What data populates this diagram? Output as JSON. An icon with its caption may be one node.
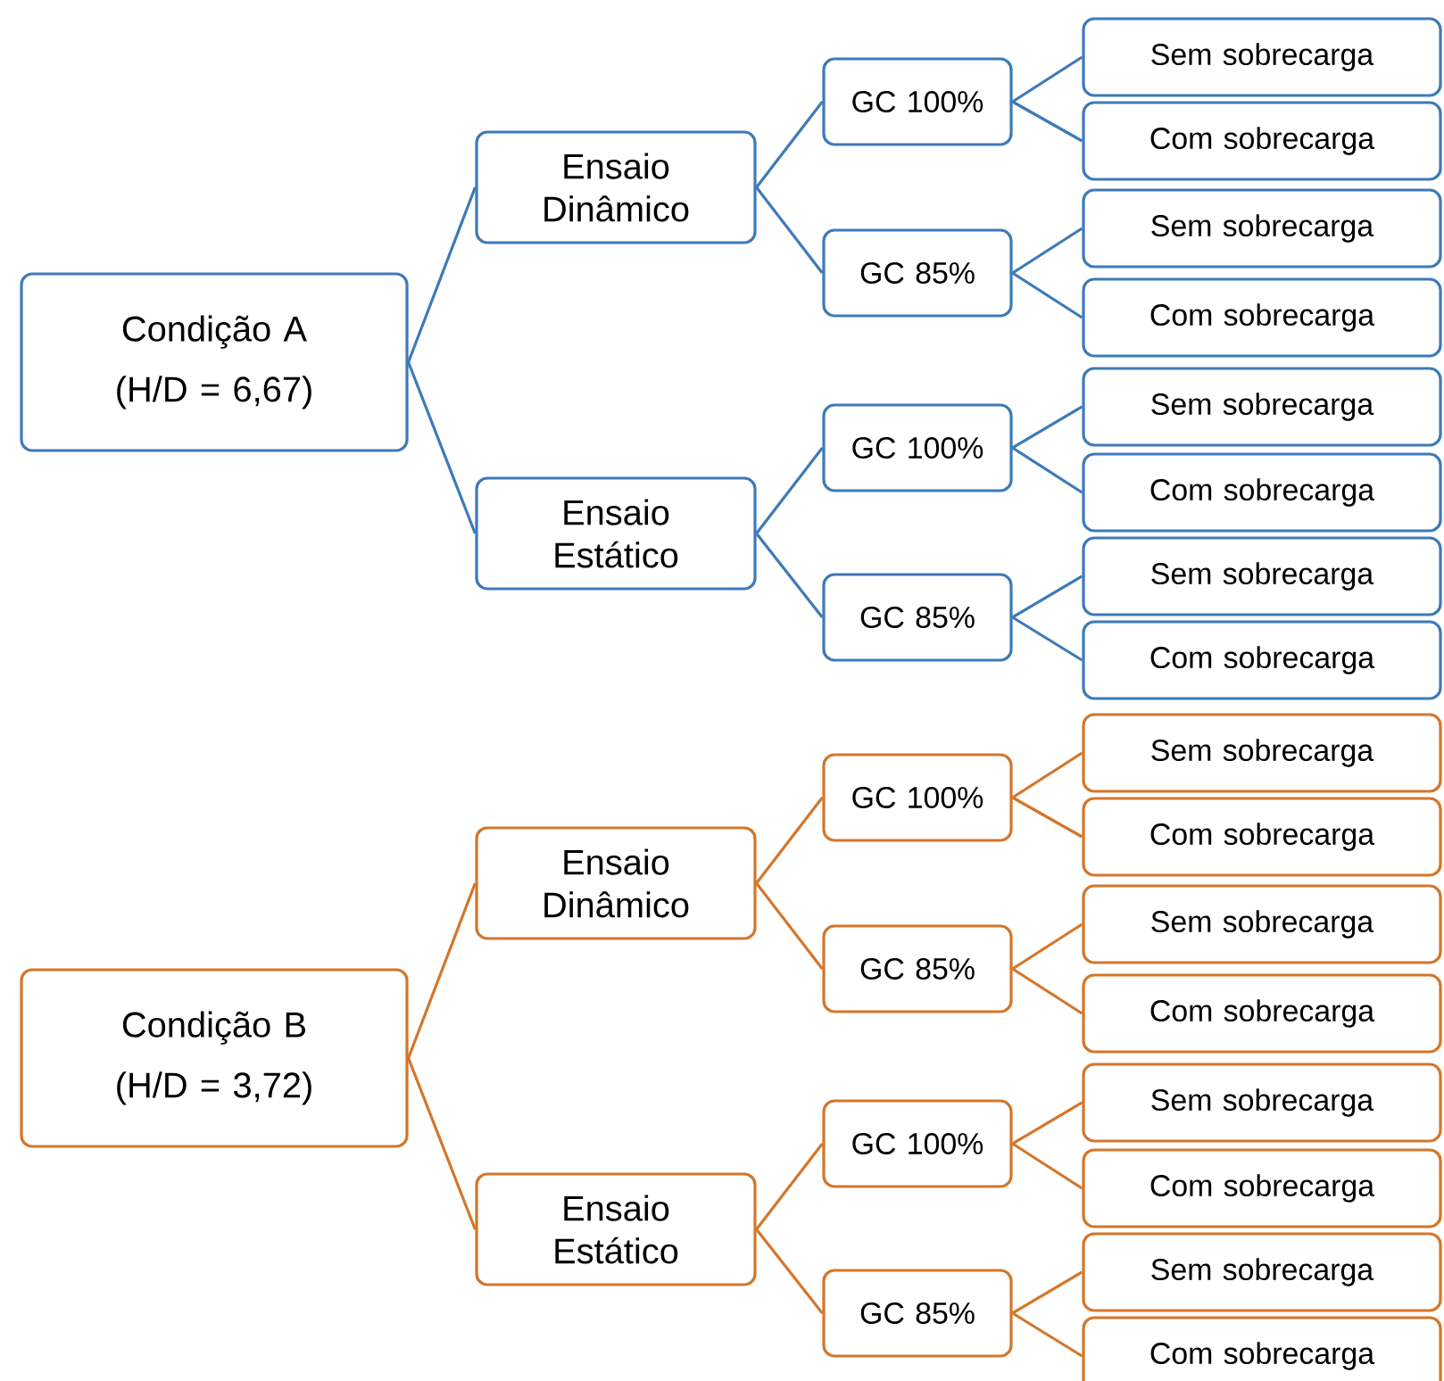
{
  "diagram": {
    "nodes": [
      {
        "text": [
          "Condição A (H/D = 6,67)"
        ]
      },
      {
        "text": [
          "Ensaio Dinâmico"
        ]
      },
      {
        "text": [
          "GC 100%"
        ]
      },
      {
        "text": [
          "Sem sobrecarga"
        ]
      },
      {
        "text": [
          "Com sobrecarga"
        ]
      },
      {
        "text": [
          "GC 85%"
        ]
      },
      {
        "text": [
          "Sem sobrecarga"
        ]
      },
      {
        "text": [
          "Com sobrecarga"
        ]
      },
      {
        "text": [
          "Ensaio Estático"
        ]
      },
      {
        "text": [
          "GC 100%"
        ]
      },
      {
        "text": [
          "Sem sobrecarga"
        ]
      },
      {
        "text": [
          "Com sobrecarga"
        ]
      },
      {
        "text": [
          "GC 85%"
        ]
      },
      {
        "text": [
          "Sem sobrecarga"
        ]
      },
      {
        "text": [
          "Com sobrecarga"
        ]
      },
      {
        "text": [
          "Condição B (H/D = 3,72)"
        ]
      },
      {
        "text": [
          "Ensaio Dinâmico"
        ]
      },
      {
        "text": [
          "GC 100%"
        ]
      },
      {
        "text": [
          "Sem sobrecarga"
        ]
      },
      {
        "text": [
          "Com sobrecarga"
        ]
      },
      {
        "text": [
          "GC 85%"
        ]
      },
      {
        "text": [
          "Sem sobrecarga"
        ]
      },
      {
        "text": [
          "Com sobrecarga"
        ]
      },
      {
        "text": [
          "Ensaio Estático"
        ]
      },
      {
        "text": [
          "GC 100%"
        ]
      },
      {
        "text": [
          "Sem sobrecarga"
        ]
      },
      {
        "text": [
          "Com sobrecarga"
        ]
      },
      {
        "text": [
          "GC 85%"
        ]
      },
      {
        "text": [
          "Sem sobrecarga"
        ]
      },
      {
        "text": [
          "Com sobrecarga"
        ]
      }
    ],
    "edges": [
      {
        "from": 0,
        "to": 1,
        "arrow": "none",
        "color": "#3d7ab8"
      },
      {
        "from": 1,
        "to": 2,
        "arrow": "none",
        "color": "#3d7ab8"
      },
      {
        "from": 2,
        "to": 3,
        "arrow": "none",
        "color": "#3d7ab8"
      },
      {
        "from": 2,
        "to": 4,
        "arrow": "none",
        "color": "#3d7ab8"
      },
      {
        "from": 1,
        "to": 5,
        "arrow": "none",
        "color": "#3d7ab8"
      },
      {
        "from": 5,
        "to": 6,
        "arrow": "none",
        "color": "#3d7ab8"
      },
      {
        "from": 5,
        "to": 7,
        "arrow": "none",
        "color": "#3d7ab8"
      },
      {
        "from": 0,
        "to": 8,
        "arrow": "none",
        "color": "#3d7ab8"
      },
      {
        "from": 8,
        "to": 9,
        "arrow": "none",
        "color": "#3d7ab8"
      },
      {
        "from": 9,
        "to": 10,
        "arrow": "none",
        "color": "#3d7ab8"
      },
      {
        "from": 9,
        "to": 11,
        "arrow": "none",
        "color": "#3d7ab8"
      },
      {
        "from": 8,
        "to": 12,
        "arrow": "none",
        "color": "#3d7ab8"
      },
      {
        "from": 12,
        "to": 13,
        "arrow": "none",
        "color": "#3d7ab8"
      },
      {
        "from": 12,
        "to": 14,
        "arrow": "none",
        "color": "#3d7ab8"
      },
      {
        "from": 15,
        "to": 16,
        "arrow": "none",
        "color": "#d4762a"
      },
      {
        "from": 16,
        "to": 17,
        "arrow": "none",
        "color": "#d4762a"
      },
      {
        "from": 17,
        "to": 18,
        "arrow": "none",
        "color": "#d4762a"
      },
      {
        "from": 17,
        "to": 19,
        "arrow": "none",
        "color": "#d4762a"
      },
      {
        "from": 16,
        "to": 20,
        "arrow": "none",
        "color": "#d4762a"
      },
      {
        "from": 20,
        "to": 21,
        "arrow": "none",
        "color": "#d4762a"
      },
      {
        "from": 20,
        "to": 22,
        "arrow": "none",
        "color": "#d4762a"
      },
      {
        "from": 15,
        "to": 23,
        "arrow": "none",
        "color": "#d4762a"
      },
      {
        "from": 23,
        "to": 24,
        "arrow": "none",
        "color": "#d4762a"
      },
      {
        "from": 24,
        "to": 25,
        "arrow": "none",
        "color": "#d4762a"
      },
      {
        "from": 24,
        "to": 26,
        "arrow": "none",
        "color": "#d4762a"
      },
      {
        "from": 23,
        "to": 27,
        "arrow": "none",
        "color": "#d4762a"
      },
      {
        "from": 27,
        "to": 28,
        "arrow": "none",
        "color": "#d4762a"
      },
      {
        "from": 27,
        "to": 29,
        "arrow": "none",
        "color": "#d4762a"
      }
    ]
  }
}
